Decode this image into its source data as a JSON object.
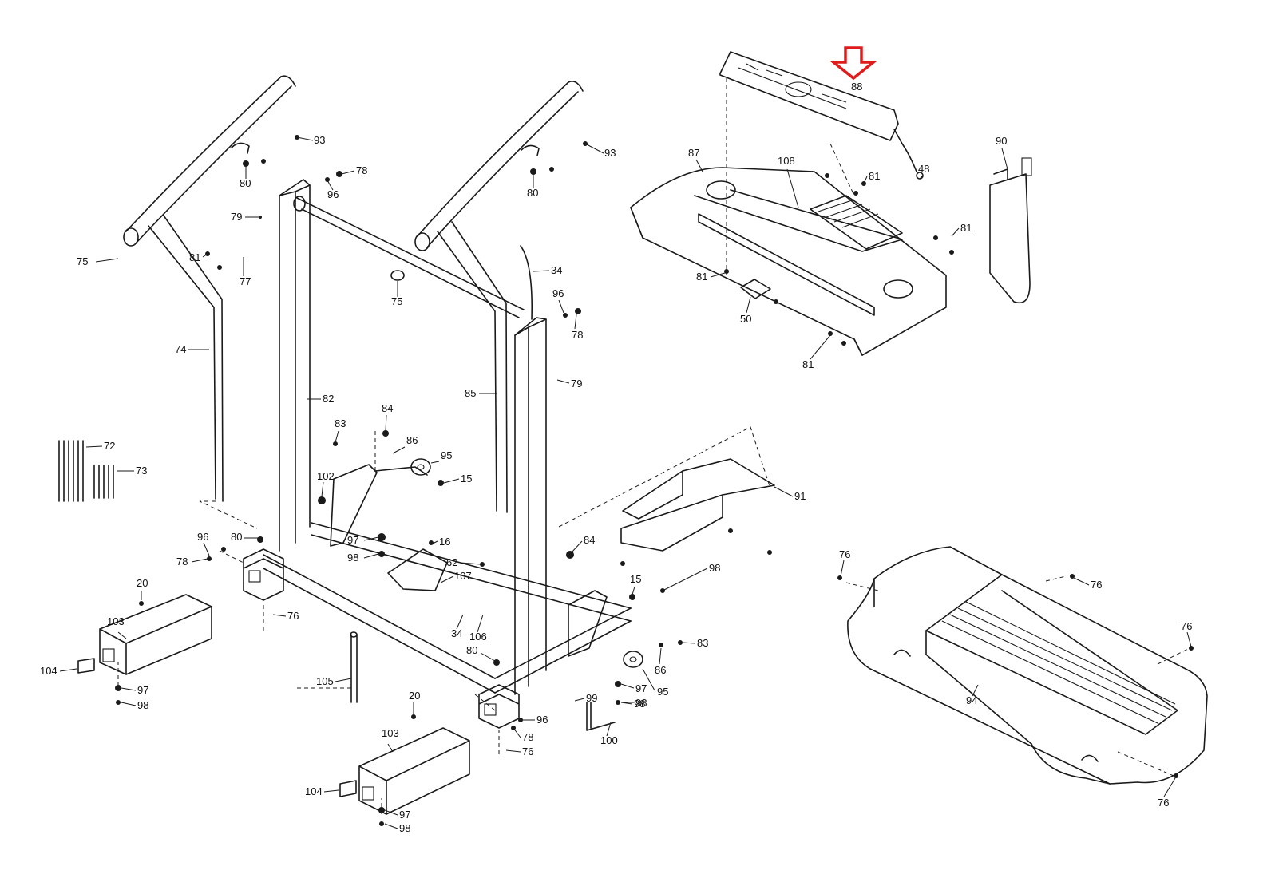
{
  "diagram": {
    "part_numbers": [
      "93",
      "93",
      "80",
      "80",
      "78",
      "96",
      "79",
      "81",
      "77",
      "75",
      "75",
      "74",
      "34",
      "96",
      "78",
      "79",
      "82",
      "85",
      "83",
      "84",
      "86",
      "95",
      "15",
      "102",
      "72",
      "73",
      "96",
      "80",
      "78",
      "97",
      "98",
      "16",
      "62",
      "107",
      "84",
      "91",
      "98",
      "15",
      "83",
      "86",
      "20",
      "103",
      "104",
      "97",
      "98",
      "76",
      "34",
      "106",
      "80",
      "97",
      "98",
      "95",
      "105",
      "99",
      "98",
      "20",
      "103",
      "104",
      "97",
      "98",
      "96",
      "78",
      "76",
      "100",
      "88",
      "87",
      "108",
      "81",
      "48",
      "81",
      "81",
      "50",
      "81",
      "90",
      "76",
      "76",
      "76",
      "94",
      "76"
    ],
    "highlight_color": "#e01b1b",
    "highlight_icon": "down-arrow-icon"
  }
}
